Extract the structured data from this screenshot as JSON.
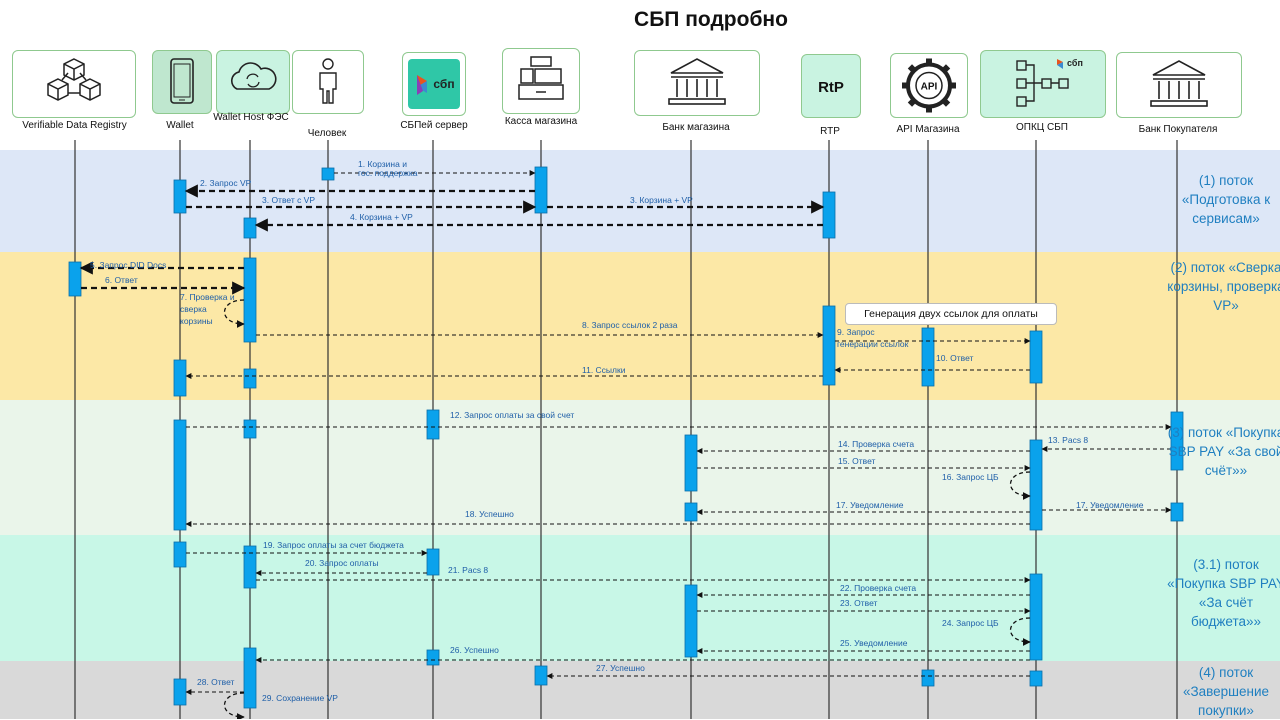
{
  "title": "СБП подробно",
  "participants": [
    {
      "key": "vdr",
      "label": "Verifiable Data Registry",
      "icon": "blockchain-cubes-icon"
    },
    {
      "key": "wallet",
      "label": "Wallet",
      "icon": "smartphone-icon"
    },
    {
      "key": "walletHost",
      "label": "Wallet Host ФЭС",
      "icon": "cloud-sync-icon"
    },
    {
      "key": "person",
      "label": "Человек",
      "icon": "person-icon"
    },
    {
      "key": "sbpay",
      "label": "СБПей сервер",
      "icon": "sbp-logo-icon"
    },
    {
      "key": "kassa",
      "label": "Касса магазина",
      "icon": "cash-register-icon"
    },
    {
      "key": "bankShop",
      "label": "Банк магазина",
      "icon": "bank-building-icon"
    },
    {
      "key": "rtp",
      "label": "RTP",
      "icon": "rtp-logo-icon"
    },
    {
      "key": "api",
      "label": "API Магазина",
      "icon": "api-gear-icon"
    },
    {
      "key": "opkc",
      "label": "ОПКЦ СБП",
      "icon": "network-sbp-icon"
    },
    {
      "key": "bankBuyer",
      "label": "Банк Покупателя",
      "icon": "bank-building-icon"
    }
  ],
  "participant_icon_text": {
    "sbp": "сбп",
    "rtp": "RtP",
    "api": "API"
  },
  "stages": [
    {
      "label": "(1) поток «Подготовка к сервисам»",
      "color": "#dde7f7"
    },
    {
      "label": "(2) поток «Сверка корзины, проверка VP»",
      "color": "#fce8a6"
    },
    {
      "label": "(3) поток «Покупка SBP PAY «За свой счёт»»",
      "color": "#eaf5ea"
    },
    {
      "label": "(3.1) поток «Покупка SBP PAY «За счёт бюджета»»",
      "color": "#c8f7e7"
    },
    {
      "label": "(4) поток «Завершение покупки»",
      "color": "#d9d9d9"
    }
  ],
  "note": "Генерация двух ссылок для оплаты",
  "messages": [
    {
      "from": "person",
      "to": "kassa",
      "label": "1. Корзина и гос. поддержка",
      "style": "thin"
    },
    {
      "from": "kassa",
      "to": "wallet",
      "label": "2. Запрос VP",
      "style": "bold"
    },
    {
      "from": "wallet",
      "to": "kassa",
      "label": "3. Ответ с VP",
      "style": "bold"
    },
    {
      "from": "kassa",
      "to": "rtp",
      "label": "3. Корзина + VP",
      "style": "bold"
    },
    {
      "from": "rtp",
      "to": "walletHost",
      "label": "4. Корзина + VP",
      "style": "bold"
    },
    {
      "from": "walletHost",
      "to": "vdr",
      "label": "5. Запрос DID Docs",
      "style": "bold"
    },
    {
      "from": "vdr",
      "to": "walletHost",
      "label": "6. Ответ",
      "style": "bold"
    },
    {
      "from": "walletHost",
      "to": "walletHost",
      "label": "7. Проверка и сверка корзины",
      "style": "self"
    },
    {
      "from": "walletHost",
      "to": "rtp",
      "label": "8. Запрос ссылок 2 раза",
      "style": "thin"
    },
    {
      "from": "rtp",
      "to": "opkc",
      "label": "9. Запрос генерации ссылок",
      "style": "thin"
    },
    {
      "from": "opkc",
      "to": "rtp",
      "label": "10. Ответ",
      "style": "thin"
    },
    {
      "from": "rtp",
      "to": "wallet",
      "label": "11. Ссылки",
      "style": "thin"
    },
    {
      "from": "wallet",
      "to": "bankBuyer",
      "label": "12. Запрос оплаты за свой счет",
      "style": "thin"
    },
    {
      "from": "bankBuyer",
      "to": "opkc",
      "label": "13. Pacs 8",
      "style": "thin"
    },
    {
      "from": "opkc",
      "to": "bankShop",
      "label": "14. Проверка счета",
      "style": "thin"
    },
    {
      "from": "bankShop",
      "to": "opkc",
      "label": "15. Ответ",
      "style": "thin"
    },
    {
      "from": "opkc",
      "to": "opkc",
      "label": "16. Запрос ЦБ",
      "style": "self"
    },
    {
      "from": "opkc",
      "to": "bankShop",
      "label": "17. Уведомление",
      "style": "thin"
    },
    {
      "from": "opkc",
      "to": "bankBuyer",
      "label": "17. Уведомление",
      "style": "thin"
    },
    {
      "from": "opkc",
      "to": "wallet",
      "label": "18. Успешно",
      "style": "thin"
    },
    {
      "from": "wallet",
      "to": "sbpay",
      "label": "19. Запрос оплаты за счет бюджета",
      "style": "thin"
    },
    {
      "from": "sbpay",
      "to": "walletHost",
      "label": "20. Запрос оплаты",
      "style": "thin"
    },
    {
      "from": "walletHost",
      "to": "opkc",
      "label": "21. Pacs 8",
      "style": "thin"
    },
    {
      "from": "opkc",
      "to": "bankShop",
      "label": "22. Проверка счета",
      "style": "thin"
    },
    {
      "from": "bankShop",
      "to": "opkc",
      "label": "23. Ответ",
      "style": "thin"
    },
    {
      "from": "opkc",
      "to": "opkc",
      "label": "24. Запрос ЦБ",
      "style": "self"
    },
    {
      "from": "opkc",
      "to": "bankShop",
      "label": "25. Уведомление",
      "style": "thin"
    },
    {
      "from": "opkc",
      "to": "walletHost",
      "label": "26. Успешно",
      "style": "thin"
    },
    {
      "from": "opkc",
      "to": "kassa",
      "label": "27. Успешно",
      "style": "thin"
    },
    {
      "from": "walletHost",
      "to": "wallet",
      "label": "28. Ответ",
      "style": "thin"
    },
    {
      "from": "walletHost",
      "to": "walletHost",
      "label": "29. Сохранение VP",
      "style": "self"
    }
  ],
  "colors": {
    "activation": "#0aa2ec",
    "activation_border": "#0b6ea8",
    "lifeline": "#333333",
    "label": "#1f5fa8",
    "stage_text": "#1f7fc0"
  }
}
